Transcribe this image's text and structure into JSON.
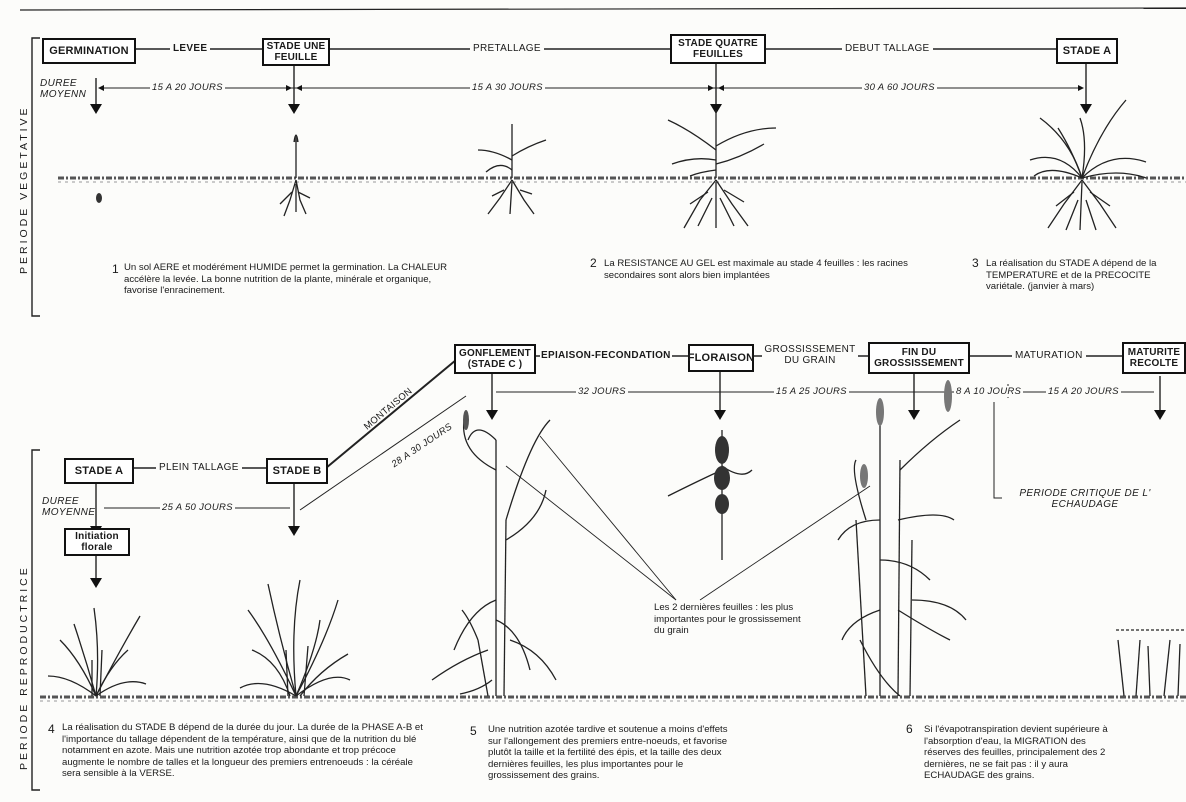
{
  "periods": {
    "vegetative": "PERIODE VEGETATIVE",
    "reproductive": "PERIODE REPRODUCTRICE"
  },
  "top_row": {
    "stages": [
      "GERMINATION",
      "STADE UNE FEUILLE",
      "STADE QUATRE FEUILLES",
      "STADE A"
    ],
    "phases": [
      "LEVEE",
      "PRETALLAGE",
      "DEBUT TALLAGE"
    ],
    "duree_label": "DUREE MOYENN",
    "durations": [
      "15 A 20 JOURS",
      "15 A 30 JOURS",
      "30 A 60 JOURS"
    ]
  },
  "bottom_row": {
    "stages": [
      "STADE A",
      "STADE B",
      "GONFLEMENT (STADE C )",
      "FLORAISON",
      "FIN DU GROSSISSEMENT",
      "MATURITE RECOLTE"
    ],
    "phases": [
      "PLEIN TALLAGE",
      "MONTAISON",
      "EPIAISON-FECONDATION",
      "GROSSISSEMENT DU GRAIN",
      "MATURATION"
    ],
    "duree_label": "DUREE MOYENNE",
    "initiation": "Initiation florale",
    "durations": [
      "25 A 50 JOURS",
      "28 A 30 JOURS",
      "32 JOURS",
      "15 A 25 JOURS",
      "8 A 10 JOURS",
      "15 A 20 JOURS"
    ],
    "periode_critique": "PERIODE CRITIQUE DE L' ECHAUDAGE",
    "leaves_callout": "Les 2 dernières feuilles : les plus importantes pour le grossissement du grain"
  },
  "notes": [
    {
      "num": "1",
      "text": "Un sol AERE et modérément HUMIDE permet la germination. La CHALEUR accélère la levée. La bonne nutrition de la plante, minérale et organique, favorise l'enracinement."
    },
    {
      "num": "2",
      "text": "La RESISTANCE AU GEL est maximale au stade 4 feuilles : les racines secondaires sont alors bien implantées"
    },
    {
      "num": "3",
      "text": "La réalisation du STADE A dépend de la TEMPERATURE et de la PRECOCITE variétale. (janvier à mars)"
    },
    {
      "num": "4",
      "text": "La réalisation du STADE B dépend de la durée du jour. La durée de la PHASE A-B et l'importance du tallage dépendent de la température, ainsi que de la nutrition du blé notamment en azote. Mais une nutrition azotée trop abondante et trop précoce augmente le nombre de talles et la longueur des premiers entrenoeuds : la céréale sera sensible à la VERSE."
    },
    {
      "num": "5",
      "text": "Une nutrition azotée tardive et soutenue a moins d'effets sur l'allongement des premiers entre-noeuds, et favorise plutôt la taille et la fertilité des épis, et la taille des deux dernières feuilles, les plus importantes pour le grossissement des grains."
    },
    {
      "num": "6",
      "text": "Si l'évapotranspiration devient supérieure à l'absorption d'eau, la MIGRATION des réserves des feuilles, principalement des 2 dernières, ne se fait pas : il y aura ECHAUDAGE des grains."
    }
  ]
}
